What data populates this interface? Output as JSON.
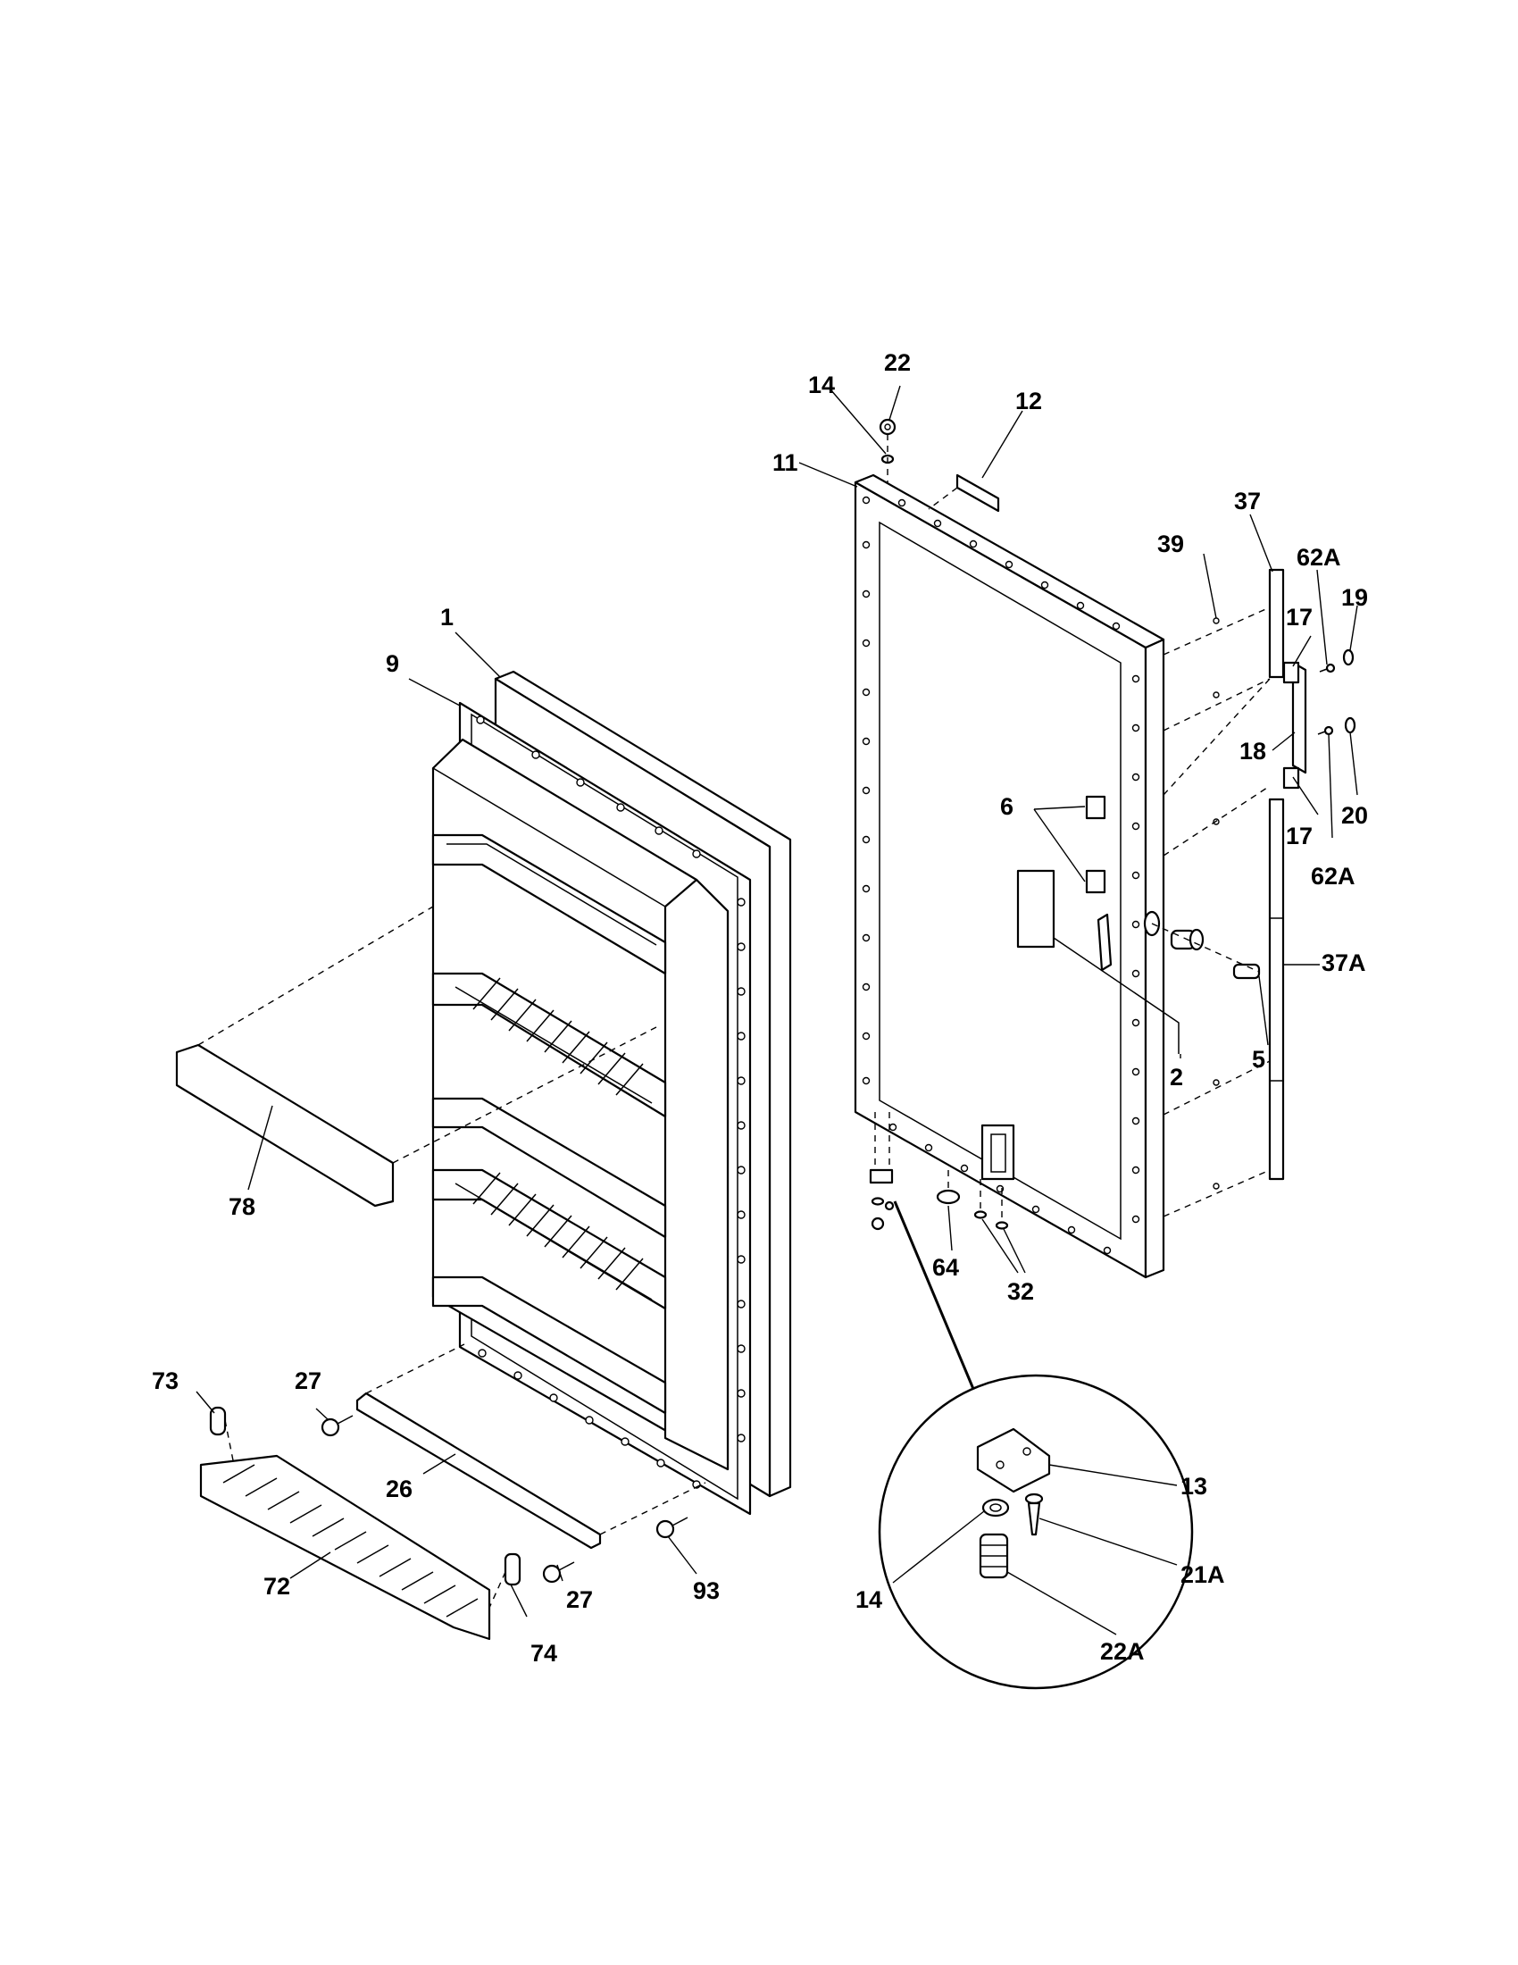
{
  "diagram": {
    "callouts": [
      {
        "id": "c1",
        "label": "1"
      },
      {
        "id": "c9",
        "label": "9"
      },
      {
        "id": "c78",
        "label": "78"
      },
      {
        "id": "c27a",
        "label": "27"
      },
      {
        "id": "c27b",
        "label": "27"
      },
      {
        "id": "c26",
        "label": "26"
      },
      {
        "id": "c73",
        "label": "73"
      },
      {
        "id": "c72",
        "label": "72"
      },
      {
        "id": "c74",
        "label": "74"
      },
      {
        "id": "c93",
        "label": "93"
      },
      {
        "id": "c22",
        "label": "22"
      },
      {
        "id": "c14a",
        "label": "14"
      },
      {
        "id": "c12",
        "label": "12"
      },
      {
        "id": "c11",
        "label": "11"
      },
      {
        "id": "c37",
        "label": "37"
      },
      {
        "id": "c39",
        "label": "39"
      },
      {
        "id": "c62a1",
        "label": "62A"
      },
      {
        "id": "c19",
        "label": "19"
      },
      {
        "id": "c17a",
        "label": "17"
      },
      {
        "id": "c18",
        "label": "18"
      },
      {
        "id": "c20",
        "label": "20"
      },
      {
        "id": "c17b",
        "label": "17"
      },
      {
        "id": "c62a2",
        "label": "62A"
      },
      {
        "id": "c6",
        "label": "6"
      },
      {
        "id": "c37a",
        "label": "37A"
      },
      {
        "id": "c5",
        "label": "5"
      },
      {
        "id": "c2",
        "label": "2"
      },
      {
        "id": "c64",
        "label": "64"
      },
      {
        "id": "c32",
        "label": "32"
      },
      {
        "id": "c13",
        "label": "13"
      },
      {
        "id": "c21a",
        "label": "21A"
      },
      {
        "id": "c14b",
        "label": "14"
      },
      {
        "id": "c22a",
        "label": "22A"
      }
    ]
  }
}
